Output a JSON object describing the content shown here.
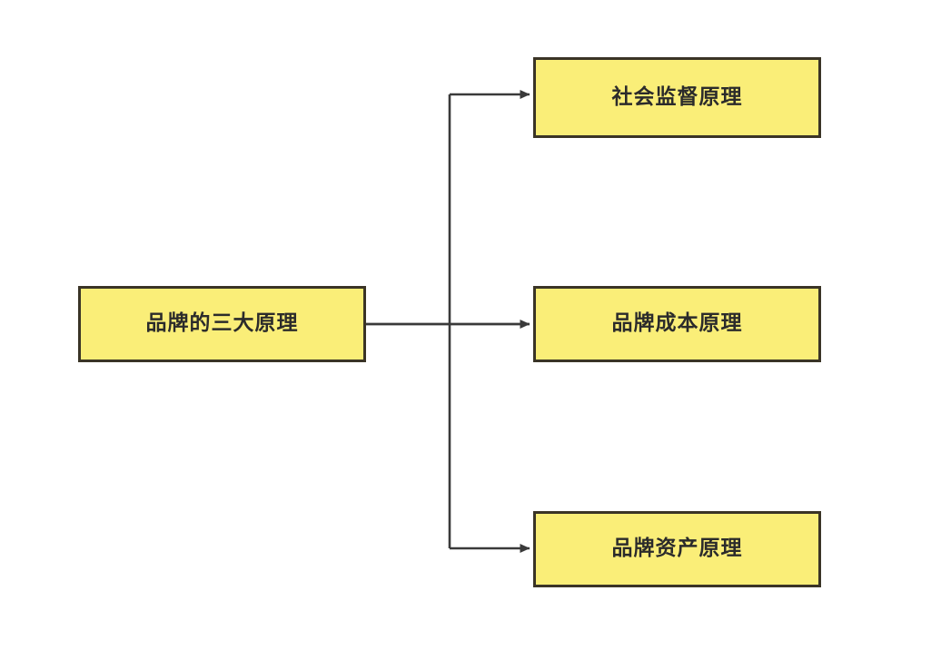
{
  "diagram": {
    "type": "tree-flowchart",
    "background_color": "#ffffff",
    "node_fill_color": "#faee78",
    "node_border_color": "#3a3426",
    "connector_color": "#3a3a3a",
    "text_color": "#2b2b2b",
    "root": {
      "label": "品牌的三大原理"
    },
    "children": [
      {
        "label": "社会监督原理"
      },
      {
        "label": "品牌成本原理"
      },
      {
        "label": "品牌资产原理"
      }
    ],
    "connectors": [
      {
        "from": "root",
        "to": "社会监督原理",
        "style": "orthogonal-arrow"
      },
      {
        "from": "root",
        "to": "品牌成本原理",
        "style": "straight-arrow"
      },
      {
        "from": "root",
        "to": "品牌资产原理",
        "style": "orthogonal-arrow"
      }
    ]
  }
}
